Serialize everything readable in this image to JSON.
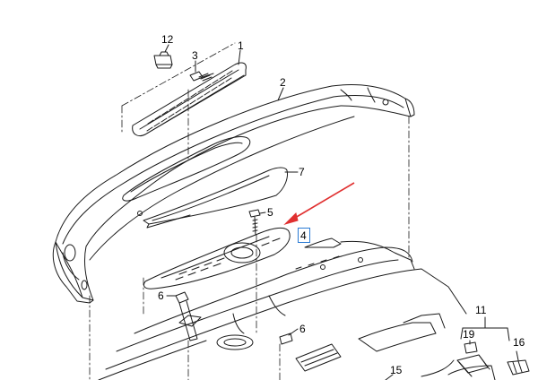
{
  "callouts": {
    "c1": "1",
    "c2": "2",
    "c3": "3",
    "c4": "4",
    "c5": "5",
    "c6a": "6",
    "c6b": "6",
    "c7": "7",
    "c11": "11",
    "c12": "12",
    "c15": "15",
    "c16": "16",
    "c19": "19"
  },
  "highlight": {
    "label": "4",
    "arrow_color": "#e03030",
    "box_color": "#2a7bd4"
  },
  "line_color": "#1a1a1a"
}
